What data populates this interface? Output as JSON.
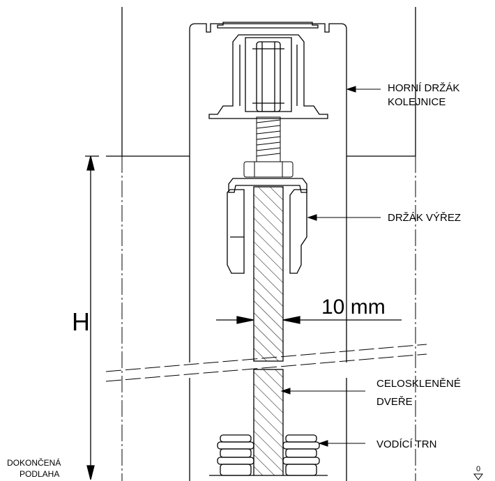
{
  "labels": {
    "rail_bracket_line1": "HORNÍ DRŽÁK",
    "rail_bracket_line2": "KOLEJNICE",
    "cutout_bracket": "DRŽÁK VÝŘEZ",
    "glass_door_line1": "CELOSKLENĚNÉ",
    "glass_door_line2": "DVEŘE",
    "guide_pin": "VODÍCÍ TRN",
    "floor_line1": "DOKONČENÁ",
    "floor_line2": "PODLAHA"
  },
  "dimensions": {
    "height_symbol": "H",
    "glass_thickness": "10 mm",
    "floor_level": "0"
  },
  "colors": {
    "line": "#000000",
    "background": "#ffffff"
  }
}
